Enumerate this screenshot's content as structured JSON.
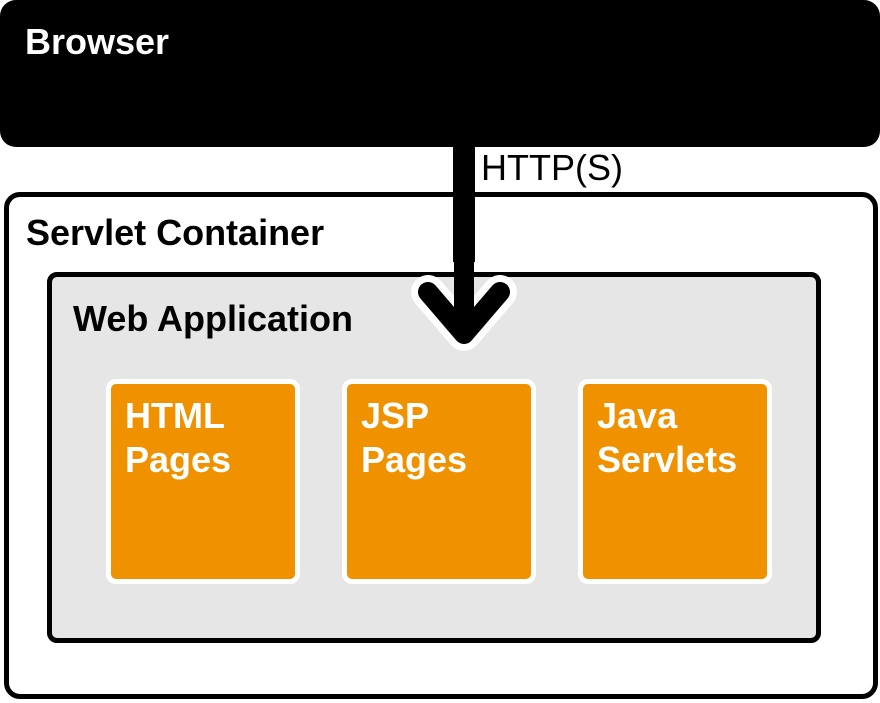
{
  "browser": {
    "title": "Browser"
  },
  "container": {
    "title": "Servlet Container"
  },
  "web_application": {
    "title": "Web Application",
    "components": [
      {
        "label": "HTML\nPages"
      },
      {
        "label": "JSP\nPages"
      },
      {
        "label": "Java\nServlets"
      }
    ]
  },
  "connection": {
    "protocol": "HTTP(S)"
  },
  "colors": {
    "browser_fill": "#000000",
    "web_application_fill": "#e6e6e6",
    "component_fill": "#f09200",
    "component_text": "#ffffff"
  }
}
